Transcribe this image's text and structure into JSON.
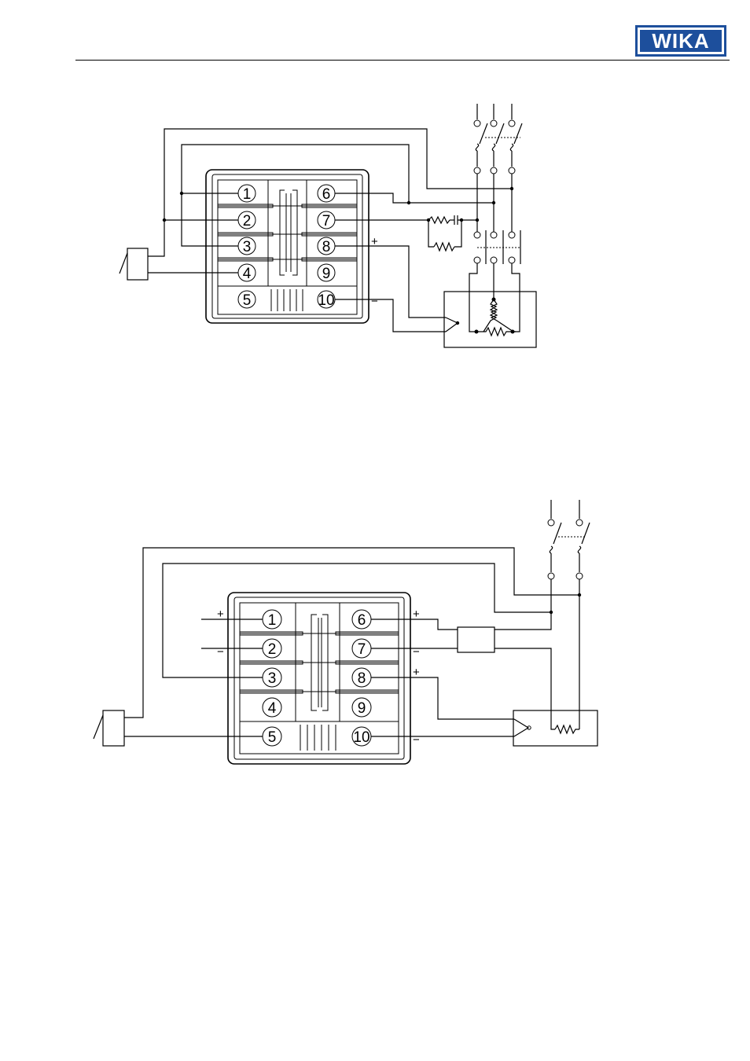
{
  "header": {
    "logo_text": "WIKA"
  },
  "diagram1": {
    "terminals": [
      "1",
      "2",
      "3",
      "4",
      "5",
      "6",
      "7",
      "8",
      "9",
      "10"
    ],
    "plus": "+",
    "minus": "−"
  },
  "diagram2": {
    "terminals": [
      "1",
      "2",
      "3",
      "4",
      "5",
      "6",
      "7",
      "8",
      "9",
      "10"
    ],
    "plus": "+",
    "minus": "−"
  }
}
